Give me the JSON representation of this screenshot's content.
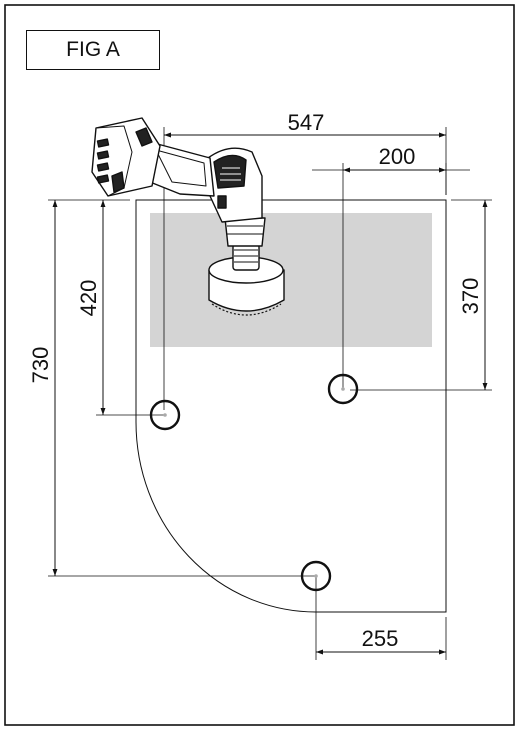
{
  "figure": {
    "label": "FIG A"
  },
  "dimensions": {
    "top_width": "547",
    "top_offset": "200",
    "left_total_height": "730",
    "left_hole_height": "420",
    "right_hole_height": "370",
    "bottom_offset": "255"
  },
  "colors": {
    "line": "#111111",
    "panel_fill": "#d4d4d4",
    "background": "#ffffff"
  },
  "icons": {
    "tool": "drill-with-hole-saw-icon",
    "hole": "hole-circle-icon"
  }
}
